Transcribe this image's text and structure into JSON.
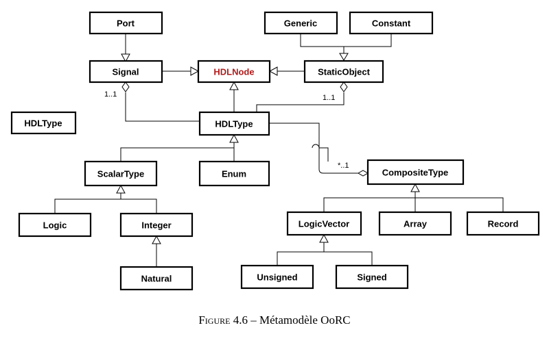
{
  "diagram": {
    "nodes": {
      "port": "Port",
      "generic": "Generic",
      "constant": "Constant",
      "signal": "Signal",
      "hdlnode": "HDLNode",
      "staticobject": "StaticObject",
      "hdltype_standalone": "HDLType",
      "hdltype": "HDLType",
      "scalartype": "ScalarType",
      "enum": "Enum",
      "compositetype": "CompositeType",
      "logic": "Logic",
      "integer": "Integer",
      "logicvector": "LogicVector",
      "array": "Array",
      "record": "Record",
      "natural": "Natural",
      "unsigned": "Unsigned",
      "signed": "Signed"
    },
    "multiplicities": {
      "signal_hdltype": "1..1",
      "staticobject_hdltype": "1..1",
      "composite_hdltype": "*..1"
    },
    "colors": {
      "accent": "#b01c1c",
      "stroke": "#000000"
    }
  },
  "caption": {
    "figure_word": "Figure",
    "text": " 4.6 – Métamodèle OoRC"
  }
}
